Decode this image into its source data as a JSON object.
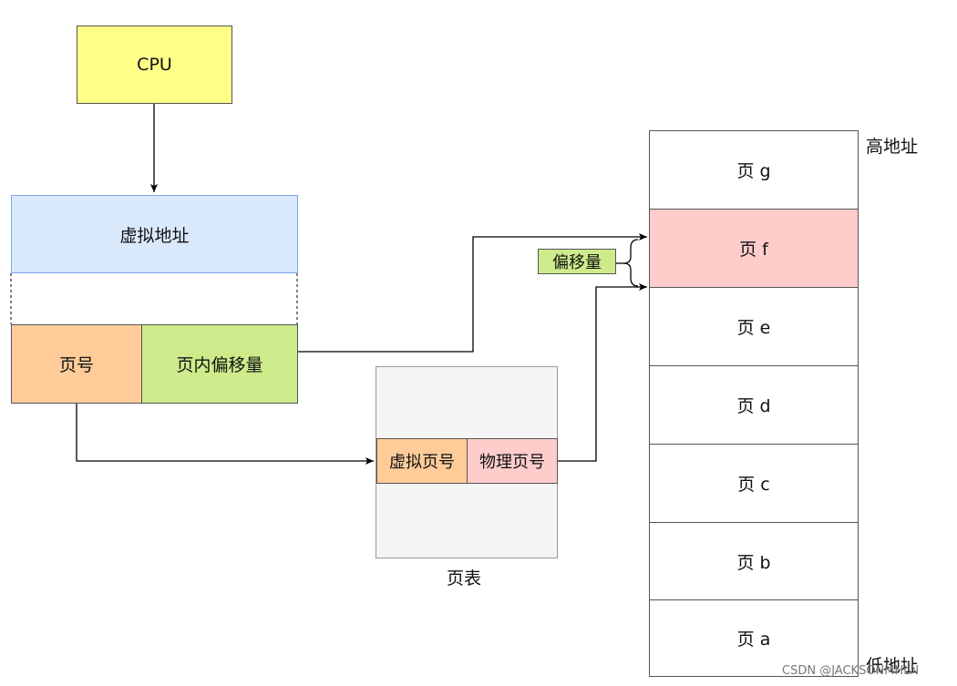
{
  "cpu": {
    "label": "CPU"
  },
  "virtual_address": {
    "title": "虚拟地址",
    "page_number": "页号",
    "page_offset": "页内偏移量"
  },
  "page_table": {
    "caption": "页表",
    "entry": {
      "virtual_page": "虚拟页号",
      "physical_page": "物理页号"
    }
  },
  "offset_label": "偏移量",
  "physical_memory": {
    "high_address_label": "高地址",
    "low_address_label": "低地址",
    "pages": [
      {
        "label": "页 g",
        "highlighted": false
      },
      {
        "label": "页 f",
        "highlighted": true
      },
      {
        "label": "页 e",
        "highlighted": false
      },
      {
        "label": "页 d",
        "highlighted": false
      },
      {
        "label": "页 c",
        "highlighted": false
      },
      {
        "label": "页 b",
        "highlighted": false
      },
      {
        "label": "页 a",
        "highlighted": false
      }
    ]
  },
  "watermark": "CSDN @JACKSONMHLN",
  "colors": {
    "cpu": "#ffff88",
    "virtual_address": "#dae8fc",
    "page_number": "#ffcc99",
    "page_offset": "#cdeb8b",
    "page_table": "#f5f5f5",
    "highlight_page": "#ffcccc",
    "white": "#ffffff",
    "offset_label": "#cdeb8b"
  }
}
